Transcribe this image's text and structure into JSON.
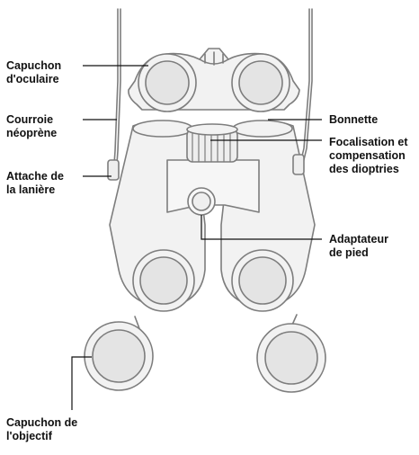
{
  "colors": {
    "outline": "#7d7d7d",
    "body_fill": "#f2f2f2",
    "lens_fill": "#e4e4e4",
    "leader_line": "#111111",
    "text": "#111111"
  },
  "labels": {
    "eyecup_cap": "Capuchon\nd'oculaire",
    "neoprene_strap": "Courroie\nnéoprène",
    "strap_attachment": "Attache de\nla lanière",
    "eyecup": "Bonnette",
    "focus_diopter": "Focalisation et\ncompensation\ndes dioptries",
    "tripod_adapter": "Adaptateur\nde pied",
    "objective_cap": "Capuchon de\nl'objectif"
  }
}
